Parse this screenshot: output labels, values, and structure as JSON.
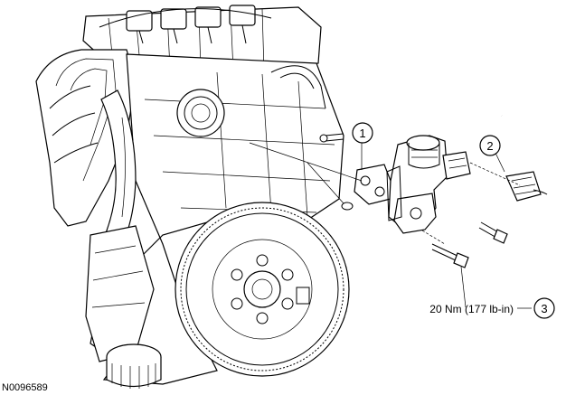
{
  "figure_id": "N0096589",
  "callouts": [
    {
      "number": "1"
    },
    {
      "number": "2"
    },
    {
      "number": "3"
    }
  ],
  "torque_spec": "20 Nm (177 lb-in)",
  "colors": {
    "line": "#000000",
    "background": "#ffffff"
  }
}
